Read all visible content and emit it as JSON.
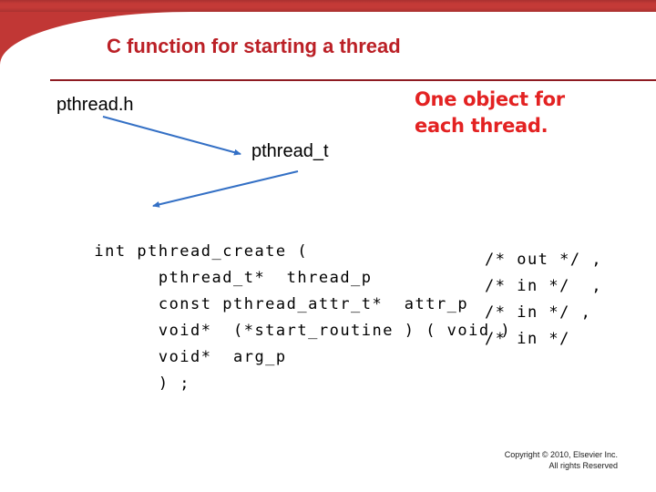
{
  "slide": {
    "title": "C function for starting a thread",
    "labels": {
      "header_file": "pthread.h",
      "thread_type": "pthread_t"
    },
    "annotation": {
      "line1": "One object for",
      "line2": "each thread."
    },
    "code": {
      "lines": [
        {
          "code": "int pthread_create (",
          "comment": ""
        },
        {
          "code": "      pthread_t*  thread_p",
          "comment": "/* out */ ,"
        },
        {
          "code": "      const pthread_attr_t*  attr_p",
          "comment": "/* in */  ,"
        },
        {
          "code": "      void*  (*start_routine ) ( void )",
          "comment": "/* in */ ,"
        },
        {
          "code": "      void*  arg_p",
          "comment": "/* in */"
        },
        {
          "code": "      ) ;",
          "comment": ""
        }
      ]
    },
    "footer": {
      "line1": "Copyright © 2010, Elsevier Inc.",
      "line2": "All rights Reserved"
    },
    "icons": {
      "arrow1": "arrow-pthread-h-to-pthread-t",
      "arrow2": "arrow-pthread-t-to-code"
    },
    "colors": {
      "template_red": "#c13735",
      "title_red": "#bb2026",
      "rule_red": "#8e1b22",
      "annotation_red": "#e32222",
      "arrow_blue": "#3470c5",
      "code_black": "#000000"
    }
  }
}
